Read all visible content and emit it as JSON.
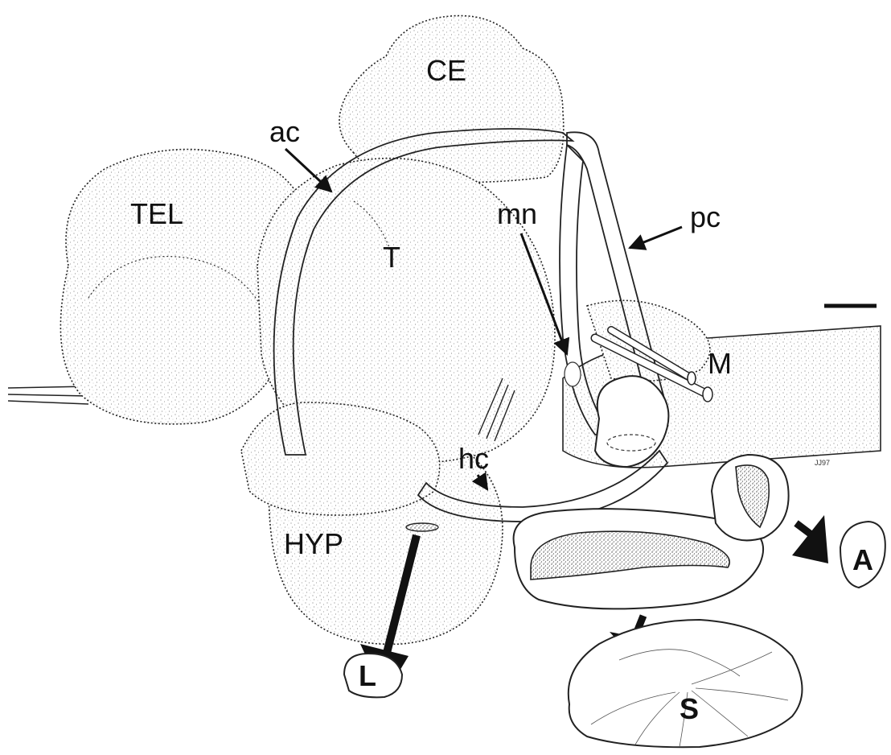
{
  "labels": {
    "ce": "CE",
    "tel": "TEL",
    "t": "T",
    "ac": "ac",
    "mn": "mn",
    "pc": "pc",
    "m": "M",
    "hc": "hc",
    "hyp": "HYP",
    "l": "L",
    "s": "S",
    "a": "A"
  },
  "signature": "JJ97"
}
